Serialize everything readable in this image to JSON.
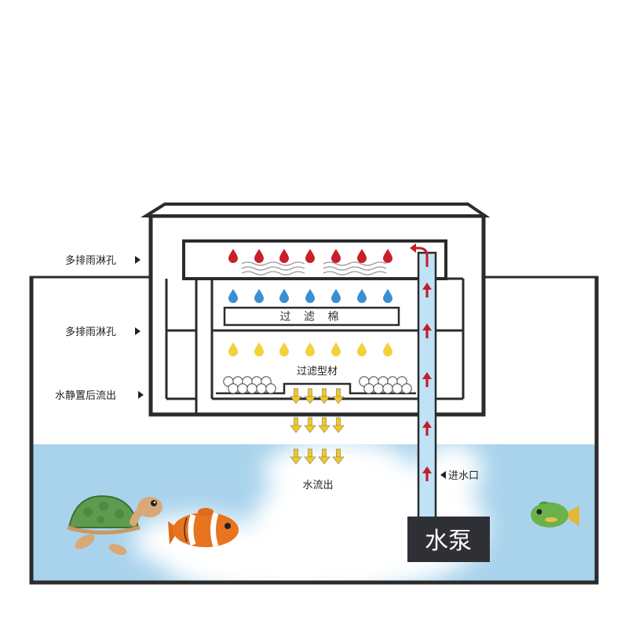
{
  "labels": {
    "rain_holes_upper": "多排雨淋孔",
    "rain_holes_lower": "多排雨淋孔",
    "static_outflow": "水静置后流出",
    "filter_cotton": "过 滤 棉",
    "filter_media": "过滤型材",
    "water_outflow": "水流出",
    "water_inlet": "进水口",
    "pump": "水泵"
  },
  "icons": {
    "pointer": "right-triangle-icon",
    "inlet_pointer": "left-triangle-icon",
    "flow_arrow": "down-arrow-icon",
    "pump_flow_arrow": "up-arrow-icon",
    "return_arrow": "curved-arrow-icon",
    "media_balls": "bio-ball-icon",
    "drops_top": "water-drop-icon",
    "drops_middle": "water-drop-icon",
    "drops_bottom": "water-drop-icon",
    "turtle": "turtle-icon",
    "clownfish": "clownfish-icon",
    "green_fish": "fish-icon"
  },
  "colors": {
    "outline": "#2b2b2b",
    "water": "#a9d3ec",
    "drop_red": "#c8202a",
    "drop_blue": "#3a8fd0",
    "drop_yellow": "#f2d23a",
    "arrow_yellow": "#f3c91f",
    "arrow_red": "#c41e28",
    "pipe_blue": "#bfe2f6",
    "pump_box": "#2f3036"
  }
}
